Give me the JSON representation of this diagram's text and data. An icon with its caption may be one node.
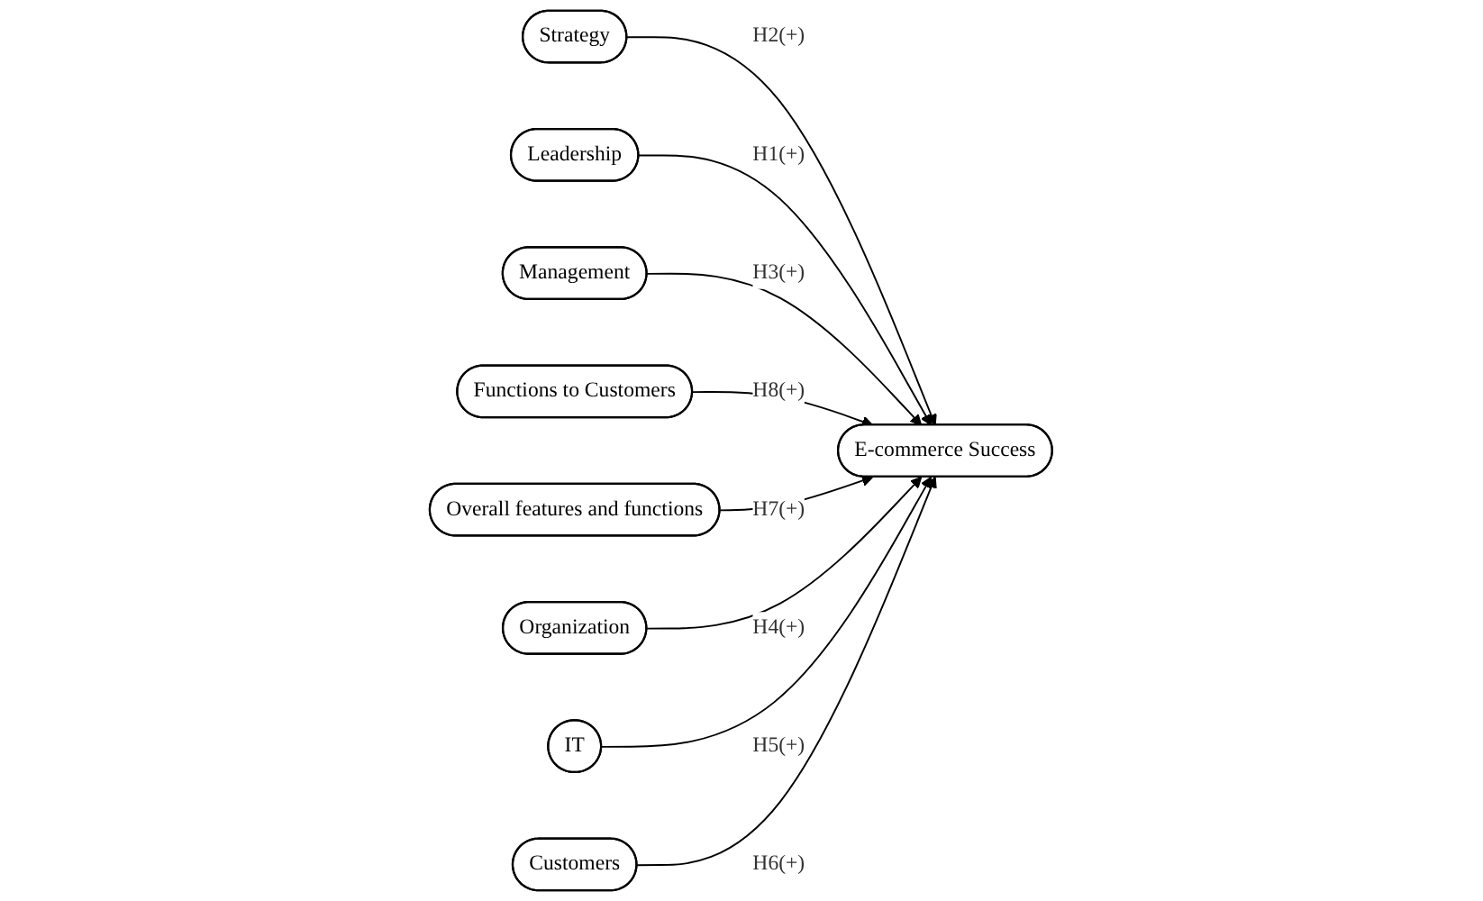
{
  "diagram": {
    "nodes": [
      {
        "text": [
          "Strategy"
        ]
      },
      {
        "text": [
          "Leadership"
        ]
      },
      {
        "text": [
          "Management"
        ]
      },
      {
        "text": [
          "E-commerce Success"
        ]
      },
      {
        "text": [
          "Functions to Customers"
        ]
      },
      {
        "text": [
          "Overall features and functions"
        ]
      },
      {
        "text": [
          "Organization"
        ]
      },
      {
        "text": [
          "IT"
        ]
      },
      {
        "text": [
          "Customers"
        ]
      }
    ],
    "edges": [
      {
        "from": 0,
        "to": 3,
        "arrow": "to",
        "label": "H2(+)"
      },
      {
        "from": 1,
        "to": 3,
        "arrow": "to",
        "label": "H1(+)"
      },
      {
        "from": 2,
        "to": 3,
        "arrow": "to",
        "label": "H3(+)"
      },
      {
        "from": 4,
        "to": 3,
        "arrow": "to",
        "label": "H8(+)"
      },
      {
        "from": 5,
        "to": 3,
        "arrow": "to",
        "label": "H7(+)"
      },
      {
        "from": 6,
        "to": 3,
        "arrow": "to",
        "label": "H4(+)"
      },
      {
        "from": 7,
        "to": 3,
        "arrow": "to",
        "label": "H5(+)"
      },
      {
        "from": 8,
        "to": 3,
        "arrow": "to",
        "label": "H6(+)"
      }
    ]
  }
}
